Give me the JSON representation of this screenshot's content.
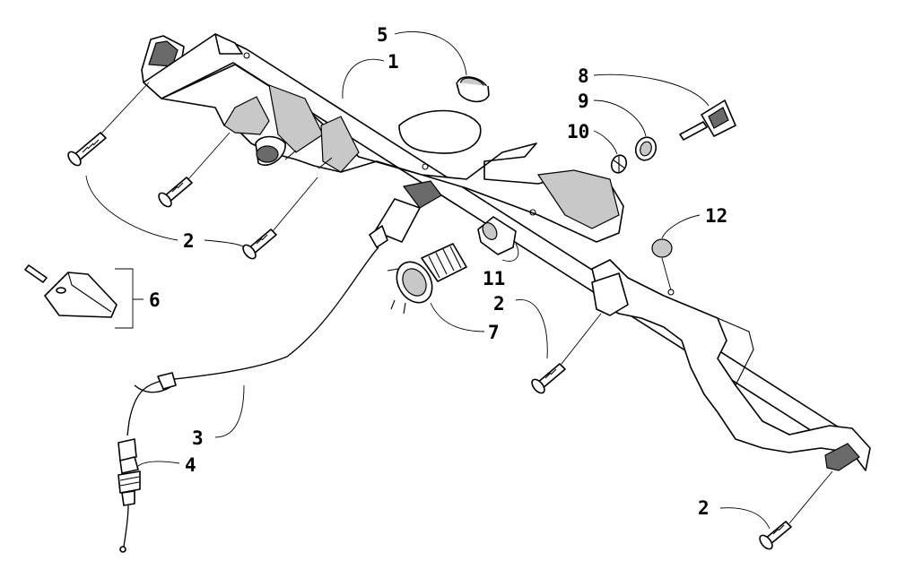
{
  "diagram": {
    "callouts": [
      {
        "id": "c1",
        "label": "1"
      },
      {
        "id": "c2a",
        "label": "2"
      },
      {
        "id": "c2b",
        "label": "2"
      },
      {
        "id": "c2c",
        "label": "2"
      },
      {
        "id": "c3",
        "label": "3"
      },
      {
        "id": "c4",
        "label": "4"
      },
      {
        "id": "c5",
        "label": "5"
      },
      {
        "id": "c6",
        "label": "6"
      },
      {
        "id": "c7",
        "label": "7"
      },
      {
        "id": "c8",
        "label": "8"
      },
      {
        "id": "c9",
        "label": "9"
      },
      {
        "id": "c10",
        "label": "10"
      },
      {
        "id": "c11",
        "label": "11"
      },
      {
        "id": "c12",
        "label": "12"
      }
    ],
    "parts": [
      "console-housing",
      "screw",
      "cable",
      "cable-fitting",
      "grommet",
      "bracket",
      "ignition-switch",
      "key",
      "lock-nut",
      "washer",
      "switch-boot",
      "plug"
    ]
  }
}
